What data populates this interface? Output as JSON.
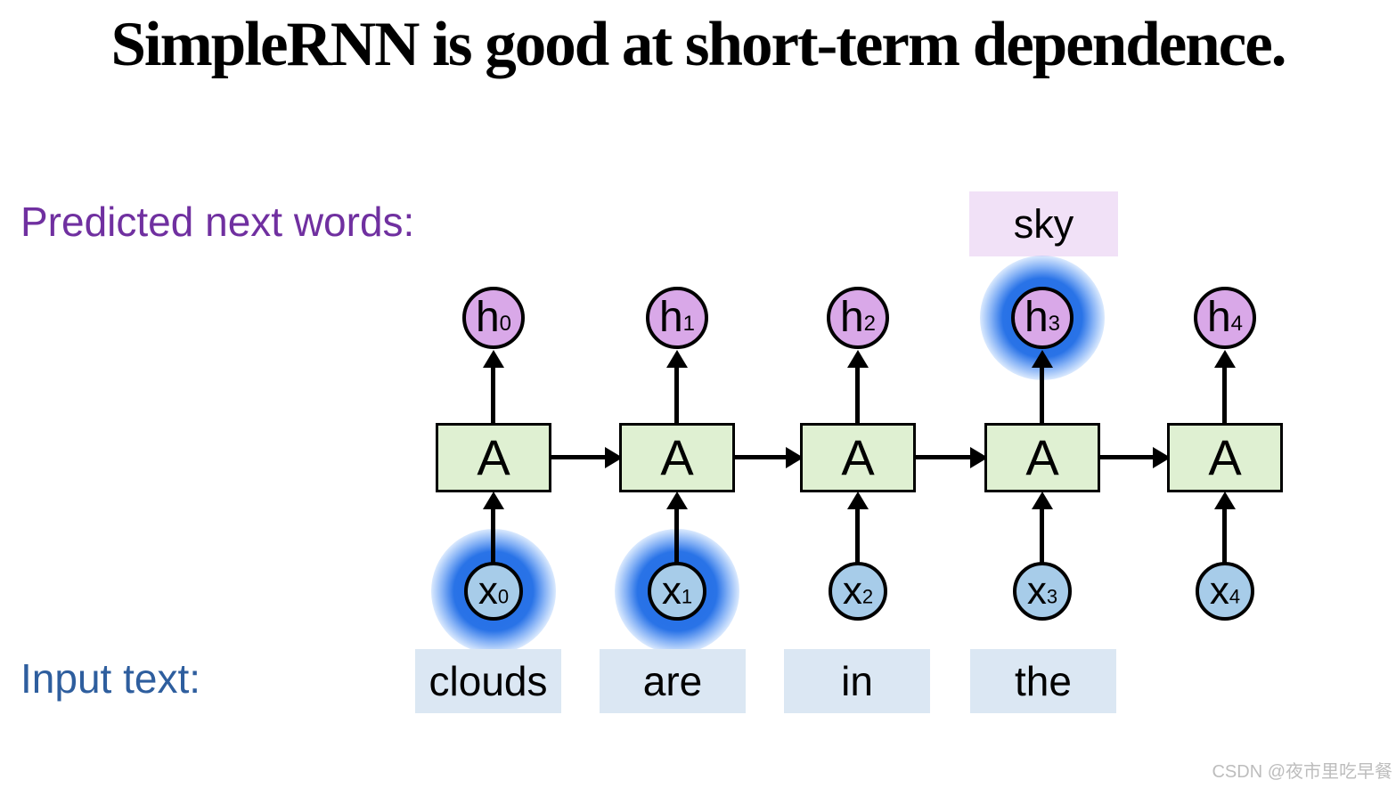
{
  "title": "SimpleRNN is good at short-term dependence.",
  "labels": {
    "predicted": "Predicted next words:",
    "input": "Input text:"
  },
  "watermark": "CSDN @夜市里吃早餐",
  "colors": {
    "hidden_fill": "#d9a8e8",
    "input_fill": "#a7cce9",
    "cell_fill": "#dff0d2",
    "predicted_box_fill": "#f1e1f7",
    "word_box_fill": "#dbe7f3",
    "predicted_label": "#7030a0",
    "input_label": "#2e5e9e",
    "glow": "#1767e5",
    "stroke": "#000000"
  },
  "diagram": {
    "type": "unrolled-rnn",
    "cell_label": "A",
    "predicted_word": "sky",
    "columns": [
      {
        "hidden": {
          "base": "h",
          "sub": "0"
        },
        "input": {
          "base": "x",
          "sub": "0"
        },
        "word": "clouds",
        "input_glow": true,
        "hidden_glow": false
      },
      {
        "hidden": {
          "base": "h",
          "sub": "1"
        },
        "input": {
          "base": "x",
          "sub": "1"
        },
        "word": "are",
        "input_glow": true,
        "hidden_glow": false
      },
      {
        "hidden": {
          "base": "h",
          "sub": "2"
        },
        "input": {
          "base": "x",
          "sub": "2"
        },
        "word": "in",
        "input_glow": false,
        "hidden_glow": false
      },
      {
        "hidden": {
          "base": "h",
          "sub": "3"
        },
        "input": {
          "base": "x",
          "sub": "3"
        },
        "word": "the",
        "input_glow": false,
        "hidden_glow": true
      },
      {
        "hidden": {
          "base": "h",
          "sub": "4"
        },
        "input": {
          "base": "x",
          "sub": "4"
        },
        "word": null,
        "input_glow": false,
        "hidden_glow": false
      }
    ]
  }
}
